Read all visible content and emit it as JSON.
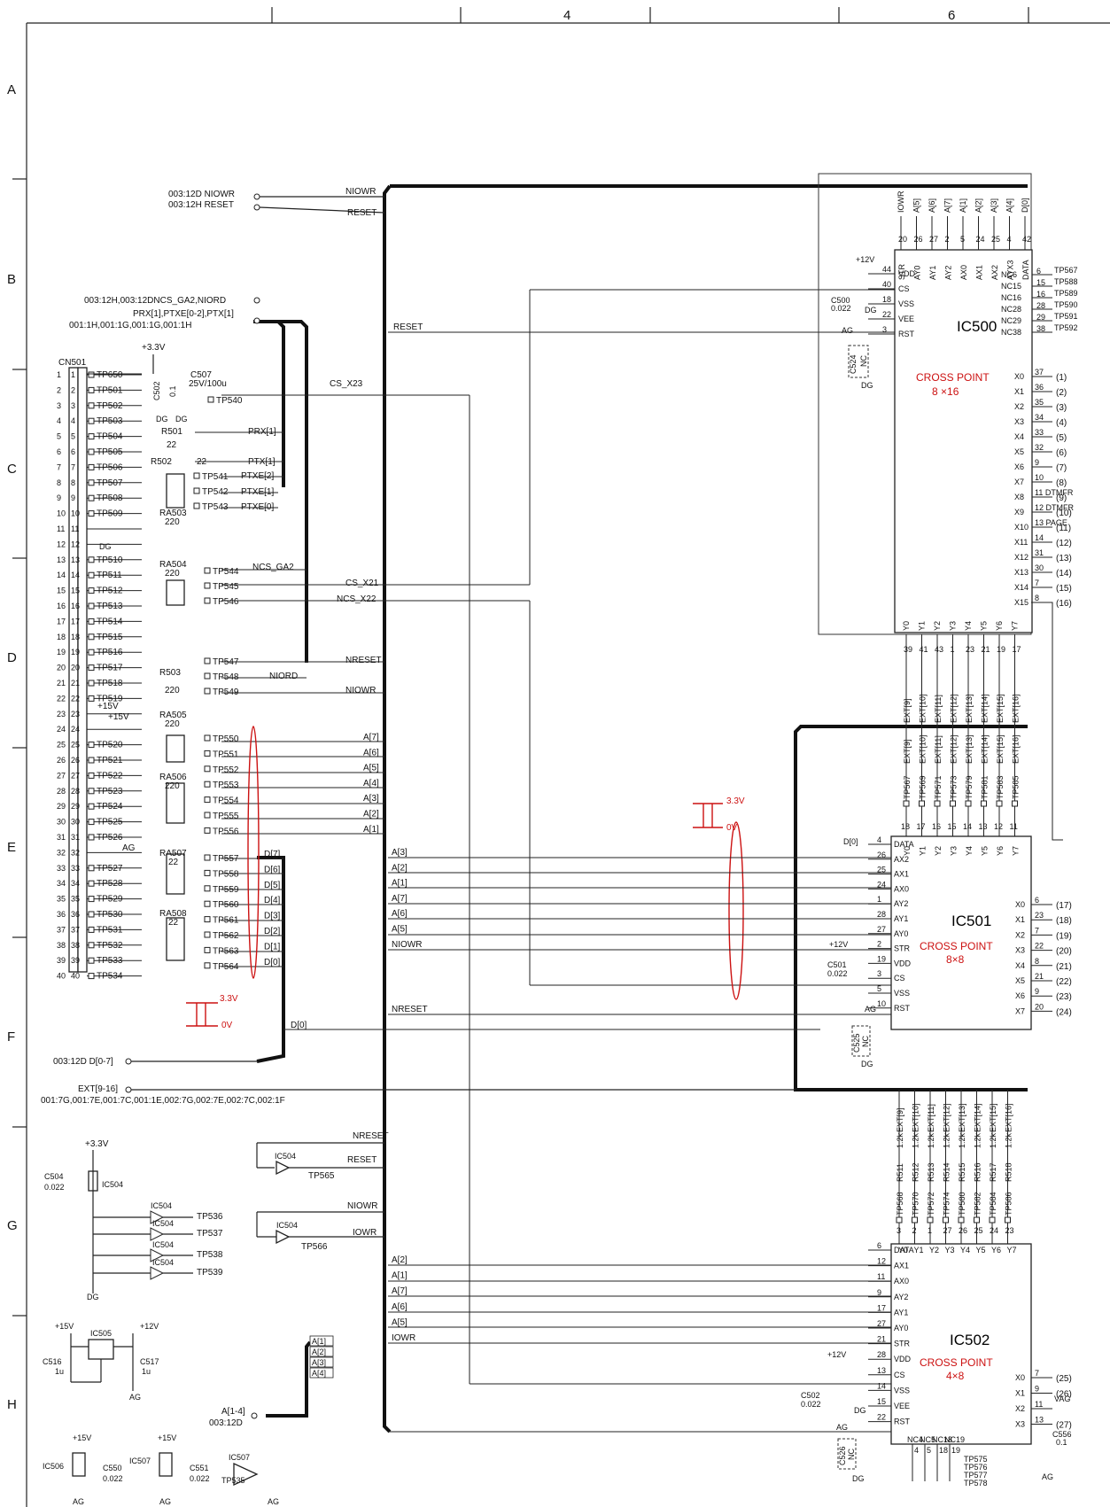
{
  "frame": {
    "col_labels": [
      "4",
      "6"
    ],
    "row_labels": [
      "A",
      "B",
      "C",
      "D",
      "E",
      "F",
      "G",
      "H"
    ]
  },
  "offsheet": {
    "niowr_reset": [
      "003:12D NIOWR",
      "003:12H RESET"
    ],
    "niord": "003:12H,003:12DNCS_GA2,NIORD",
    "prx": [
      "PRX[1],PTXE[0-2],PTX[1]",
      "001:1H,001:1G,001:1G,001:1H"
    ],
    "dbus": "003:12D D[0-7]",
    "ext": [
      "EXT[9-16]",
      "001:7G,001:7E,001:7C,001:1E,002:7G,002:7E,002:7C,002:1F"
    ],
    "abus": [
      "A[1-4]",
      "003:12D"
    ]
  },
  "connector": {
    "name": "CN501",
    "pins": [
      "1",
      "2",
      "3",
      "4",
      "5",
      "6",
      "7",
      "8",
      "9",
      "10",
      "11",
      "12",
      "13",
      "14",
      "15",
      "16",
      "17",
      "18",
      "19",
      "20",
      "21",
      "22",
      "23",
      "24",
      "25",
      "26",
      "27",
      "28",
      "29",
      "30",
      "31",
      "32",
      "33",
      "34",
      "35",
      "36",
      "37",
      "38",
      "39",
      "40"
    ],
    "tps": [
      "TP650",
      "TP501",
      "TP502",
      "TP503",
      "TP504",
      "TP505",
      "TP506",
      "TP507",
      "TP508",
      "TP509",
      "",
      "",
      "TP510",
      "TP511",
      "TP512",
      "TP513",
      "TP514",
      "TP515",
      "TP516",
      "TP517",
      "TP518",
      "TP519",
      "",
      "",
      "TP520",
      "TP521",
      "TP522",
      "TP523",
      "TP524",
      "TP525",
      "TP526",
      "",
      "TP527",
      "TP528",
      "TP529",
      "TP530",
      "TP531",
      "TP532",
      "TP533",
      "TP534"
    ]
  },
  "power": {
    "p33": "+3.3V",
    "p15": "+15V",
    "p12": "+12V",
    "dg": "DG",
    "ag": "AG"
  },
  "parts": {
    "c507": [
      "C507",
      "25V/100u"
    ],
    "c502": [
      "C502",
      "0.1"
    ],
    "r501": [
      "R501",
      "22"
    ],
    "r502": [
      "R502",
      "22"
    ],
    "ra503": [
      "RA503",
      "220"
    ],
    "ra504": [
      "RA504",
      "220"
    ],
    "r503": [
      "R503",
      "220"
    ],
    "ra505": [
      "RA505",
      "220"
    ],
    "ra506": [
      "RA506",
      "220"
    ],
    "ra507": [
      "RA507",
      "22"
    ],
    "ra508": [
      "RA508",
      "22"
    ],
    "c504": [
      "C504",
      "0.022"
    ],
    "ic504": "IC504",
    "ic505": "IC505",
    "c516": [
      "C516",
      "1u"
    ],
    "c517": [
      "C517",
      "1u"
    ],
    "ic506": "IC506",
    "c550": [
      "C550",
      "0.022"
    ],
    "ic507": "IC507",
    "c551": [
      "C551",
      "0.022"
    ],
    "c500": [
      "C500",
      "0.022"
    ],
    "c524": "C524",
    "c501": [
      "C501",
      "0.022"
    ],
    "c525": "C525",
    "c502b": [
      "C502",
      "0.022"
    ],
    "c526": "C526",
    "c556": [
      "C556",
      "0.1"
    ],
    "nc": "NC"
  },
  "nets": {
    "niowr": "NIOWR",
    "reset": "RESET",
    "cs_x23": "CS_X23",
    "prx1": "PRX[1]",
    "ptx1": "PTX[1]",
    "ptxe2": "PTXE[2]",
    "ptxe1": "PTXE[1]",
    "ptxe0": "PTXE[0]",
    "ncs_ga2": "NCS_GA2",
    "cs_x21": "CS_X21",
    "ncs_x22": "NCS_X22",
    "nreset": "NRESET",
    "niord": "NIORD",
    "iowr": "IOWR",
    "d0": "D[0]",
    "vag": "VAG",
    "abus": [
      "A[7]",
      "A[6]",
      "A[5]",
      "A[4]",
      "A[3]",
      "A[2]",
      "A[1]"
    ],
    "dbus": [
      "D[7]",
      "D[6]",
      "D[5]",
      "D[4]",
      "D[3]",
      "D[2]",
      "D[1]",
      "D[0]"
    ],
    "ic501_in": [
      "A[3]",
      "A[2]",
      "A[1]",
      "A[7]",
      "A[6]",
      "A[5]",
      "NIOWR"
    ],
    "ic502_in": [
      "A[2]",
      "A[1]",
      "A[7]",
      "A[6]",
      "A[5]",
      "IOWR"
    ],
    "a_left": [
      "A[1]",
      "A[2]",
      "A[3]",
      "A[4]"
    ]
  },
  "tp_mid": {
    "c": [
      "TP540",
      "TP541",
      "TP542",
      "TP543"
    ],
    "d": [
      "TP544",
      "TP545",
      "TP546",
      "TP547",
      "TP548",
      "TP549"
    ],
    "e": [
      "TP550",
      "TP551",
      "TP552",
      "TP553",
      "TP554",
      "TP555",
      "TP556"
    ],
    "f": [
      "TP557",
      "TP558",
      "TP559",
      "TP560",
      "TP561",
      "TP562",
      "TP563",
      "TP564"
    ],
    "g": [
      "TP536",
      "TP537",
      "TP538",
      "TP539",
      "TP565",
      "TP566",
      "TP535"
    ]
  },
  "level": {
    "hi": "3.3V",
    "lo": "0V"
  },
  "ic500": {
    "name": "IC500",
    "title": "CROSS POINT",
    "sub": "8 ×16",
    "top_pins": [
      "IOWR",
      "A[5]",
      "A[6]",
      "A[7]",
      "A[1]",
      "A[2]",
      "A[3]",
      "A[4]",
      "D[0]"
    ],
    "top_nums": [
      "20",
      "26",
      "27",
      "2",
      "5",
      "24",
      "25",
      "4",
      "42"
    ],
    "top_inner": [
      "STR",
      "AY0",
      "AY1",
      "AY2",
      "AX0",
      "AX1",
      "AX2",
      "AYX3",
      "DATA"
    ],
    "left_pins": [
      [
        "44",
        "VDD"
      ],
      [
        "40",
        "CS"
      ],
      [
        "18",
        "VSS"
      ],
      [
        "22",
        "VEE"
      ],
      [
        "3",
        "RST"
      ]
    ],
    "nc_pins": [
      [
        "NC6",
        "6",
        "TP567"
      ],
      [
        "NC15",
        "15",
        "TP588"
      ],
      [
        "NC16",
        "16",
        "TP589"
      ],
      [
        "NC28",
        "28",
        "TP590"
      ],
      [
        "NC29",
        "29",
        "TP591"
      ],
      [
        "NC38",
        "38",
        "TP592"
      ]
    ],
    "x_pins": [
      [
        "X0",
        "37",
        "(1)"
      ],
      [
        "X1",
        "36",
        "(2)"
      ],
      [
        "X2",
        "35",
        "(3)"
      ],
      [
        "X3",
        "34",
        "(4)"
      ],
      [
        "X4",
        "33",
        "(5)"
      ],
      [
        "X5",
        "32",
        "(6)"
      ],
      [
        "X6",
        "9",
        "(7)"
      ],
      [
        "X7",
        "10",
        "(8)"
      ],
      [
        "X8",
        "11 DTMFR",
        "(9)"
      ],
      [
        "X9",
        "12 DTMFR",
        "(10)"
      ],
      [
        "X10",
        "13 PAGE",
        "(11)"
      ],
      [
        "X11",
        "14",
        "(12)"
      ],
      [
        "X12",
        "31",
        "(13)"
      ],
      [
        "X13",
        "30",
        "(14)"
      ],
      [
        "X14",
        "7",
        "(15)"
      ],
      [
        "X15",
        "8",
        "(16)"
      ]
    ],
    "y_pins": [
      "Y0",
      "Y1",
      "Y2",
      "Y3",
      "Y4",
      "Y5",
      "Y6",
      "Y7"
    ],
    "y_nums": [
      "39",
      "41",
      "43",
      "1",
      "23",
      "21",
      "19",
      "17"
    ],
    "ext_a": [
      "EXT[9]",
      "EXT[10]",
      "EXT[11]",
      "EXT[12]",
      "EXT[13]",
      "EXT[14]",
      "EXT[15]",
      "EXT[16]"
    ]
  },
  "ic501": {
    "name": "IC501",
    "title": "CROSS POINT",
    "sub": "8×8",
    "ext": [
      "EXT[9]",
      "EXT[10]",
      "EXT[11]",
      "EXT[12]",
      "EXT[13]",
      "EXT[14]",
      "EXT[15]",
      "EXT[16]"
    ],
    "tps": [
      "TP567",
      "TP569",
      "TP571",
      "TP573",
      "TP579",
      "TP581",
      "TP583",
      "TP585"
    ],
    "top_nums": [
      "18",
      "17",
      "16",
      "15",
      "14",
      "13",
      "12",
      "11"
    ],
    "y_pins": [
      "Y0",
      "Y1",
      "Y2",
      "Y3",
      "Y4",
      "Y5",
      "Y6",
      "Y7"
    ],
    "left_pins": [
      [
        "4",
        "DATA"
      ],
      [
        "26",
        "AX2"
      ],
      [
        "25",
        "AX1"
      ],
      [
        "24",
        "AX0"
      ],
      [
        "1",
        "AY2"
      ],
      [
        "28",
        "AY1"
      ],
      [
        "27",
        "AY0"
      ],
      [
        "2",
        "STR"
      ],
      [
        "19",
        "VDD"
      ],
      [
        "3",
        "CS"
      ],
      [
        "5",
        "VSS"
      ],
      [
        "10",
        "RST"
      ]
    ],
    "x_pins": [
      [
        "X0",
        "6",
        "(17)"
      ],
      [
        "X1",
        "23",
        "(18)"
      ],
      [
        "X2",
        "7",
        "(19)"
      ],
      [
        "X3",
        "22",
        "(20)"
      ],
      [
        "X4",
        "8",
        "(21)"
      ],
      [
        "X5",
        "21",
        "(22)"
      ],
      [
        "X6",
        "9",
        "(23)"
      ],
      [
        "X7",
        "20",
        "(24)"
      ]
    ],
    "ag": "AG"
  },
  "ic502": {
    "name": "IC502",
    "title": "CROSS POINT",
    "sub": "4×8",
    "ext": [
      "EXT[9]",
      "EXT[10]",
      "EXT[11]",
      "EXT[12]",
      "EXT[13]",
      "EXT[14]",
      "EXT[15]",
      "EXT[16]"
    ],
    "rs": [
      "R511",
      "R512",
      "R513",
      "R514",
      "R515",
      "R516",
      "R517",
      "R518"
    ],
    "rv": "1.2k",
    "tps": [
      "TP568",
      "TP570",
      "TP572",
      "TP574",
      "TP580",
      "TP582",
      "TP584",
      "TP586"
    ],
    "nums": [
      "3",
      "2",
      "1",
      "27",
      "26",
      "25",
      "24",
      "23"
    ],
    "y_pins": [
      "Y0",
      "Y1",
      "Y2",
      "Y3",
      "Y4",
      "Y5",
      "Y6",
      "Y7"
    ],
    "left_pins": [
      [
        "6",
        "DATA"
      ],
      [
        "12",
        "AX1"
      ],
      [
        "11",
        "AX0"
      ],
      [
        "9",
        "AY2"
      ],
      [
        "17",
        "AY1"
      ],
      [
        "27",
        "AY0"
      ],
      [
        "21",
        "STR"
      ],
      [
        "28",
        "VDD"
      ],
      [
        "13",
        "CS"
      ],
      [
        "14",
        "VSS"
      ],
      [
        "15",
        "VEE"
      ],
      [
        "22",
        "RST"
      ]
    ],
    "x_pins": [
      [
        "X0",
        "7",
        "(25)"
      ],
      [
        "X1",
        "9",
        "(26)"
      ],
      [
        "X2",
        "11",
        "VAG"
      ],
      [
        "X3",
        "13",
        "(27)"
      ]
    ],
    "nc_bottom": [
      "NC4",
      "NC5",
      "NC18",
      "NC19"
    ],
    "nc_nums": [
      "4",
      "5",
      "18",
      "19"
    ],
    "tp_bottom": [
      "TP575",
      "TP576",
      "TP577",
      "TP578"
    ]
  }
}
